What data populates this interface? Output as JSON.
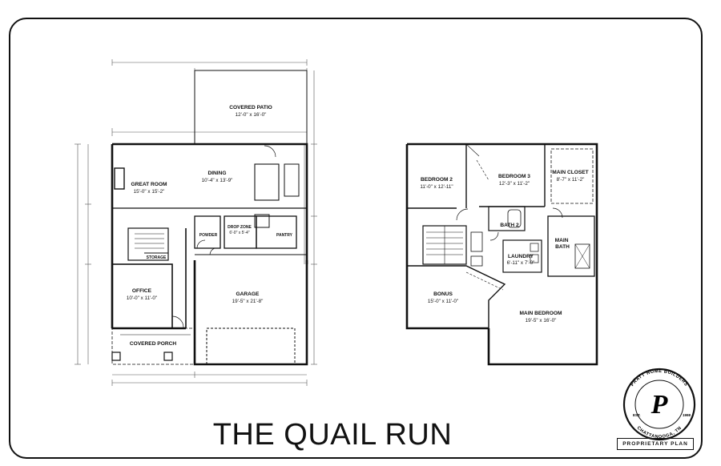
{
  "title": "THE QUAIL RUN",
  "first_floor": {
    "rooms": [
      {
        "key": "covered_patio",
        "name": "COVERED PATIO",
        "size": "12'-0\" x 16'-0\""
      },
      {
        "key": "great_room",
        "name": "GREAT ROOM",
        "size": "15'-0\" x 15'-2\""
      },
      {
        "key": "dining",
        "name": "DINING",
        "size": "10'-4\" x 13'-9\""
      },
      {
        "key": "powder",
        "name": "POWDER",
        "size": ""
      },
      {
        "key": "drop_zone",
        "name": "DROP ZONE",
        "size": "6'-0\" x 5'-4\""
      },
      {
        "key": "pantry",
        "name": "PANTRY",
        "size": ""
      },
      {
        "key": "storage",
        "name": "STORAGE",
        "size": ""
      },
      {
        "key": "office",
        "name": "OFFICE",
        "size": "10'-0\" x 11'-0\""
      },
      {
        "key": "garage",
        "name": "GARAGE",
        "size": "19'-5\" x 21'-8\""
      },
      {
        "key": "covered_porch",
        "name": "COVERED PORCH",
        "size": ""
      }
    ]
  },
  "second_floor": {
    "rooms": [
      {
        "key": "bedroom2",
        "name": "BEDROOM 2",
        "size": "11'-0\" x 12'-11\""
      },
      {
        "key": "bedroom3",
        "name": "BEDROOM 3",
        "size": "12'-3\" x 11'-2\""
      },
      {
        "key": "main_closet",
        "name": "MAIN CLOSET",
        "size": "8'-7\" x 11'-2\""
      },
      {
        "key": "bath2",
        "name": "BATH 2",
        "size": ""
      },
      {
        "key": "main_bath",
        "name": "MAIN BATH",
        "size": ""
      },
      {
        "key": "laundry",
        "name": "LAUNDRY",
        "size": "6'-11\" x 7'-0\""
      },
      {
        "key": "bonus",
        "name": "BONUS",
        "size": "15'-0\" x 11'-0\""
      },
      {
        "key": "main_bedroom",
        "name": "MAIN BEDROOM",
        "size": "19'-5\" x 16'-0\""
      }
    ]
  },
  "logo": {
    "ring_text_top": "PRATT HOME BUILDERS",
    "ring_text_bottom": "CHATTANOOGA, TN",
    "monogram": "P",
    "est_label": "EST.",
    "est_year": "1998"
  },
  "footer_label": "PROPRIETARY PLAN",
  "colors": {
    "ink": "#111111",
    "paper": "#ffffff",
    "dimension": "#555555"
  }
}
